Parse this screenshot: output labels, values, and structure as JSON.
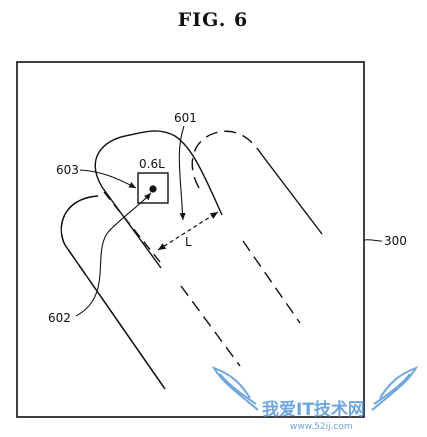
{
  "figure": {
    "title": "FIG. 6",
    "labels": {
      "frame": "300",
      "finger_tip": "601",
      "touch_point": "602",
      "touch_box": "603",
      "box_size": "0.6L",
      "width": "L"
    }
  },
  "watermark": {
    "text": "我爱IT技术网",
    "url": "www.52ij.com",
    "color": "#4a90d9"
  },
  "colors": {
    "ink": "#111111",
    "background": "#ffffff"
  }
}
